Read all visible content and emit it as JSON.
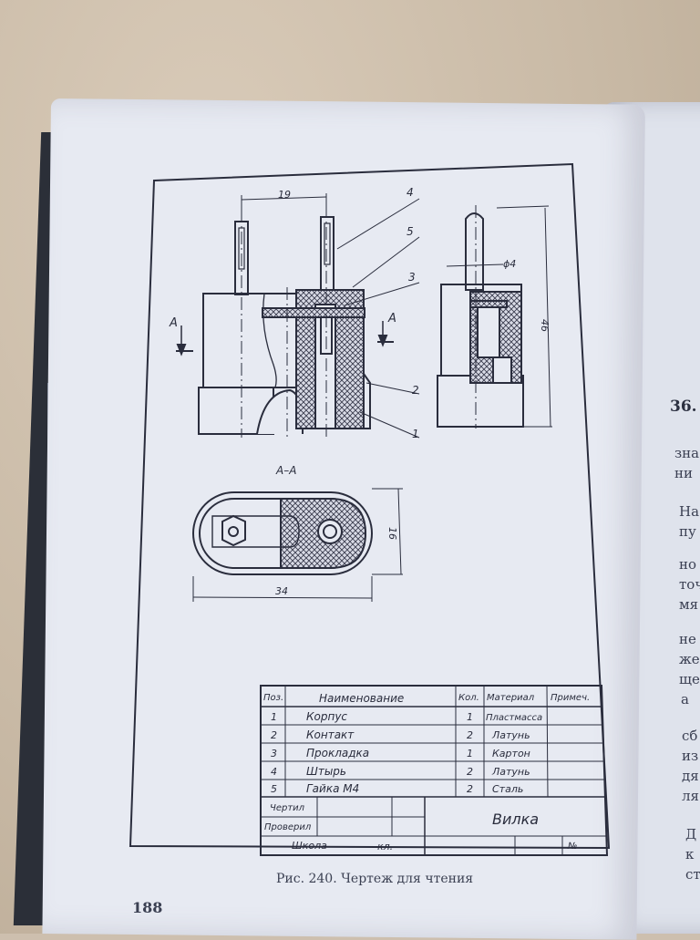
{
  "figure": {
    "caption": "Рис. 240. Чертеж для чтения",
    "page_number": "188",
    "section_label": "А–А",
    "view_marker": "А",
    "dimensions": {
      "width_top": "19",
      "diameter": "ϕ4",
      "height": "46",
      "section_width": "34",
      "section_height": "16"
    },
    "callouts": [
      "4",
      "5",
      "3",
      "2",
      "1"
    ]
  },
  "spec_table": {
    "headers": {
      "pos": "Поз.",
      "name": "Наименование",
      "qty": "Кол.",
      "material": "Материал",
      "note": "Примеч."
    },
    "rows": [
      {
        "pos": "1",
        "name": "Корпус",
        "qty": "1",
        "material": "Пластмасса"
      },
      {
        "pos": "2",
        "name": "Контакт",
        "qty": "2",
        "material": "Латунь"
      },
      {
        "pos": "3",
        "name": "Прокладка",
        "qty": "1",
        "material": "Картон"
      },
      {
        "pos": "4",
        "name": "Штырь",
        "qty": "2",
        "material": "Латунь"
      },
      {
        "pos": "5",
        "name": "Гайка М4",
        "qty": "2",
        "material": "Сталь"
      }
    ],
    "title_block": {
      "drew": "Чертил",
      "checked": "Проверил",
      "school": "Школа",
      "class": "кл.",
      "title": "Вилка",
      "number": "№"
    }
  },
  "right_page": {
    "fragments": [
      "36.",
      "зна",
      "ни",
      "На",
      "пу",
      "но",
      "точ",
      "мя",
      "не",
      "же",
      "ще",
      "а",
      "сб",
      "из",
      "дя",
      "ля",
      "Д",
      "к",
      "ст"
    ]
  }
}
